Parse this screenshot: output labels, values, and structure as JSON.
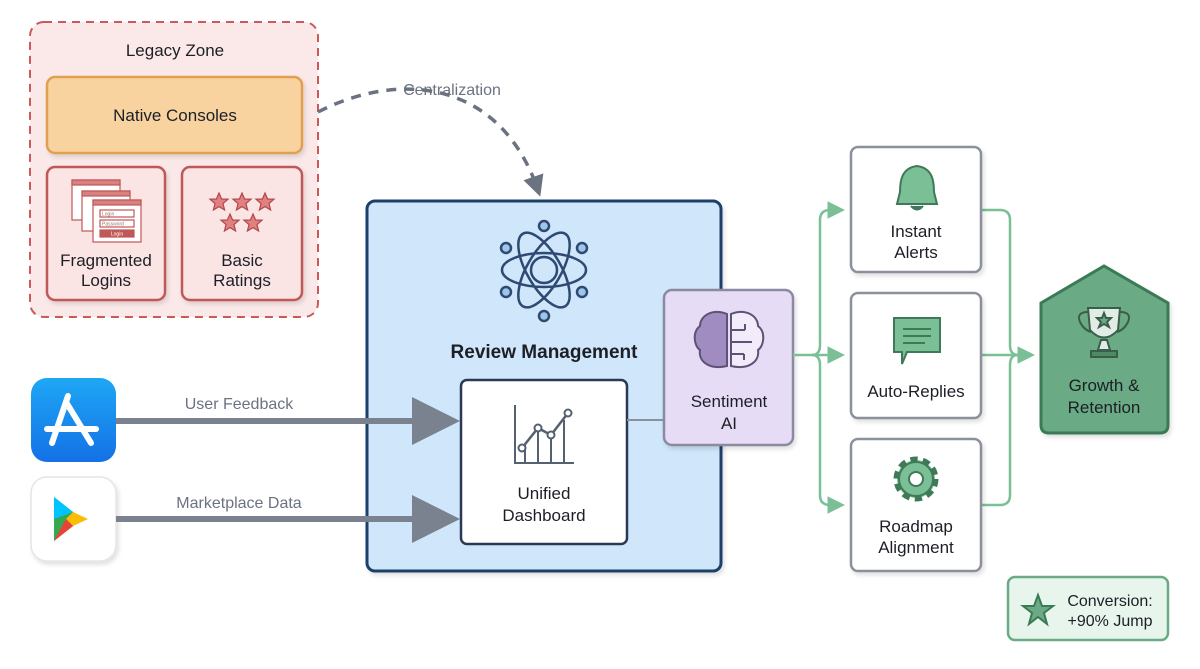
{
  "legacy_zone": {
    "title": "Legacy Zone",
    "native_consoles": "Native Consoles",
    "fragmented_logins": [
      "Fragmented",
      "Logins"
    ],
    "basic_ratings": [
      "Basic",
      "Ratings"
    ],
    "login_mock": {
      "field1": "Login",
      "field2": "Password",
      "button": "Login"
    }
  },
  "edges": {
    "centralization": "Centralization",
    "user_feedback": "User Feedback",
    "marketplace_data": "Marketplace Data"
  },
  "review_management": {
    "title": "Review Management",
    "unified_dashboard": [
      "Unified",
      "Dashboard"
    ]
  },
  "sentiment_ai": [
    "Sentiment",
    "AI"
  ],
  "outputs": {
    "instant_alerts": [
      "Instant",
      "Alerts"
    ],
    "auto_replies": "Auto-Replies",
    "roadmap_alignment": [
      "Roadmap",
      "Alignment"
    ]
  },
  "growth": [
    "Growth &",
    "Retention"
  ],
  "conversion": [
    "Conversion:",
    "+90% Jump"
  ],
  "sources": {
    "app_store_icon": "app-store-icon",
    "google_play_icon": "google-play-icon"
  },
  "colors": {
    "legacy": "#c85a5a",
    "native": "#f8d3a0",
    "review": "#cfe6fb",
    "review_border": "#1f3f6b",
    "sentiment": "#e6dcf5",
    "green": "#5f9f78",
    "gray_arrow": "#7a8290"
  }
}
